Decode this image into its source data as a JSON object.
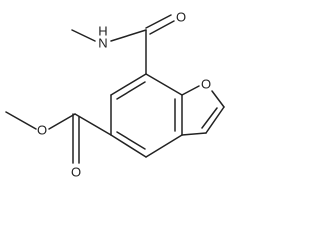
{
  "atoms": {
    "amide_n": "N",
    "amide_h": "H",
    "amide_o": "O",
    "furan_o": "O",
    "ester_o_double": "O",
    "ester_o_single": "O"
  }
}
